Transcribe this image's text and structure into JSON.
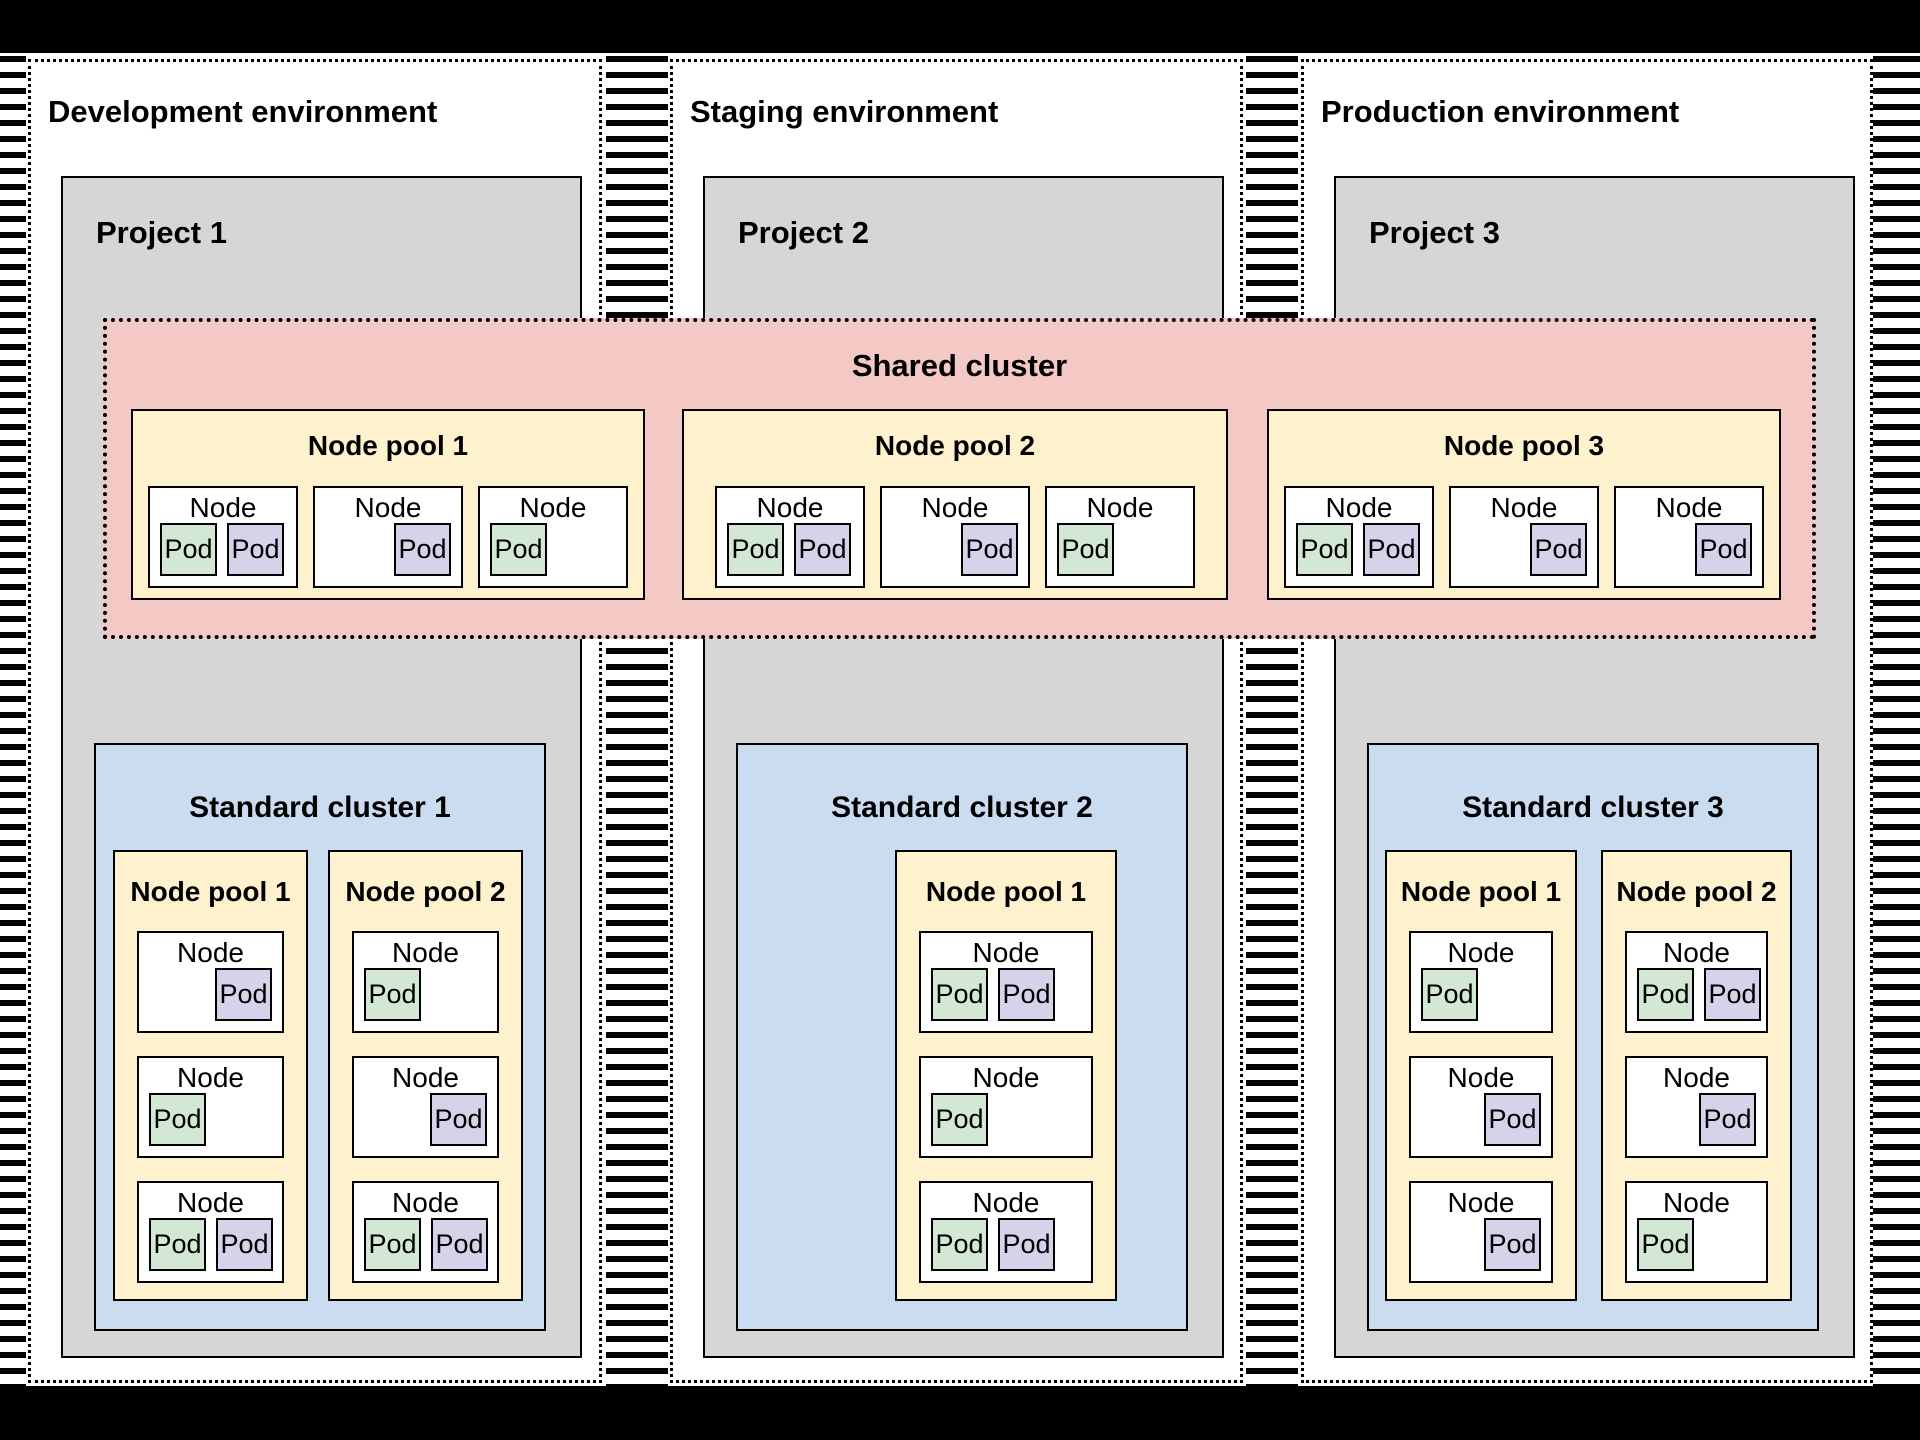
{
  "colors": {
    "frame_black": "#000000",
    "project_gray": "#d6d6d6",
    "shared_pink": "#f4c8c5",
    "pool_yellow": "#fdf1ce",
    "cluster_blue": "#cbdcf0",
    "pod_green": "#d3e8d4",
    "pod_purple": "#d8d1ea"
  },
  "shared_cluster": {
    "title": "Shared cluster",
    "pools": [
      {
        "label": "Node pool 1",
        "nodes": [
          {
            "label": "Node",
            "pods_align": "left",
            "pods": [
              {
                "label": "Pod",
                "color": "green"
              },
              {
                "label": "Pod",
                "color": "purple"
              }
            ]
          },
          {
            "label": "Node",
            "pods_align": "right",
            "pods": [
              {
                "label": "Pod",
                "color": "purple"
              }
            ]
          },
          {
            "label": "Node",
            "pods_align": "left",
            "pods": [
              {
                "label": "Pod",
                "color": "green"
              }
            ]
          }
        ]
      },
      {
        "label": "Node pool 2",
        "nodes": [
          {
            "label": "Node",
            "pods_align": "left",
            "pods": [
              {
                "label": "Pod",
                "color": "green"
              },
              {
                "label": "Pod",
                "color": "purple"
              }
            ]
          },
          {
            "label": "Node",
            "pods_align": "right",
            "pods": [
              {
                "label": "Pod",
                "color": "purple"
              }
            ]
          },
          {
            "label": "Node",
            "pods_align": "left",
            "pods": [
              {
                "label": "Pod",
                "color": "green"
              }
            ]
          }
        ]
      },
      {
        "label": "Node pool 3",
        "nodes": [
          {
            "label": "Node",
            "pods_align": "left",
            "pods": [
              {
                "label": "Pod",
                "color": "green"
              },
              {
                "label": "Pod",
                "color": "purple"
              }
            ]
          },
          {
            "label": "Node",
            "pods_align": "right",
            "pods": [
              {
                "label": "Pod",
                "color": "purple"
              }
            ]
          },
          {
            "label": "Node",
            "pods_align": "right",
            "pods": [
              {
                "label": "Pod",
                "color": "purple"
              }
            ]
          }
        ]
      }
    ]
  },
  "environments": [
    {
      "label": "Development environment",
      "project": {
        "label": "Project 1",
        "cluster": {
          "title": "Standard cluster 1",
          "pools": [
            {
              "label": "Node pool 1",
              "nodes": [
                {
                  "label": "Node",
                  "pods_align": "right",
                  "pods": [
                    {
                      "label": "Pod",
                      "color": "purple"
                    }
                  ]
                },
                {
                  "label": "Node",
                  "pods_align": "left",
                  "pods": [
                    {
                      "label": "Pod",
                      "color": "green"
                    }
                  ]
                },
                {
                  "label": "Node",
                  "pods_align": "left",
                  "pods": [
                    {
                      "label": "Pod",
                      "color": "green"
                    },
                    {
                      "label": "Pod",
                      "color": "purple"
                    }
                  ]
                }
              ]
            },
            {
              "label": "Node pool 2",
              "nodes": [
                {
                  "label": "Node",
                  "pods_align": "left",
                  "pods": [
                    {
                      "label": "Pod",
                      "color": "green"
                    }
                  ]
                },
                {
                  "label": "Node",
                  "pods_align": "right",
                  "pods": [
                    {
                      "label": "Pod",
                      "color": "purple"
                    }
                  ]
                },
                {
                  "label": "Node",
                  "pods_align": "left",
                  "pods": [
                    {
                      "label": "Pod",
                      "color": "green"
                    },
                    {
                      "label": "Pod",
                      "color": "purple"
                    }
                  ]
                }
              ]
            }
          ]
        }
      }
    },
    {
      "label": "Staging environment",
      "project": {
        "label": "Project 2",
        "cluster": {
          "title": "Standard cluster 2",
          "pools": [
            {
              "label": "Node pool 1",
              "nodes": [
                {
                  "label": "Node",
                  "pods_align": "left",
                  "pods": [
                    {
                      "label": "Pod",
                      "color": "green"
                    },
                    {
                      "label": "Pod",
                      "color": "purple"
                    }
                  ]
                },
                {
                  "label": "Node",
                  "pods_align": "left",
                  "pods": [
                    {
                      "label": "Pod",
                      "color": "green"
                    }
                  ]
                },
                {
                  "label": "Node",
                  "pods_align": "left",
                  "pods": [
                    {
                      "label": "Pod",
                      "color": "green"
                    },
                    {
                      "label": "Pod",
                      "color": "purple"
                    }
                  ]
                }
              ]
            }
          ]
        }
      }
    },
    {
      "label": "Production environment",
      "project": {
        "label": "Project 3",
        "cluster": {
          "title": "Standard cluster 3",
          "pools": [
            {
              "label": "Node pool 1",
              "nodes": [
                {
                  "label": "Node",
                  "pods_align": "left",
                  "pods": [
                    {
                      "label": "Pod",
                      "color": "green"
                    }
                  ]
                },
                {
                  "label": "Node",
                  "pods_align": "right",
                  "pods": [
                    {
                      "label": "Pod",
                      "color": "purple"
                    }
                  ]
                },
                {
                  "label": "Node",
                  "pods_align": "right",
                  "pods": [
                    {
                      "label": "Pod",
                      "color": "purple"
                    }
                  ]
                }
              ]
            },
            {
              "label": "Node pool 2",
              "nodes": [
                {
                  "label": "Node",
                  "pods_align": "left",
                  "pods": [
                    {
                      "label": "Pod",
                      "color": "green"
                    },
                    {
                      "label": "Pod",
                      "color": "purple"
                    }
                  ]
                },
                {
                  "label": "Node",
                  "pods_align": "right",
                  "pods": [
                    {
                      "label": "Pod",
                      "color": "purple"
                    }
                  ]
                },
                {
                  "label": "Node",
                  "pods_align": "left",
                  "pods": [
                    {
                      "label": "Pod",
                      "color": "green"
                    }
                  ]
                }
              ]
            }
          ]
        }
      }
    }
  ]
}
